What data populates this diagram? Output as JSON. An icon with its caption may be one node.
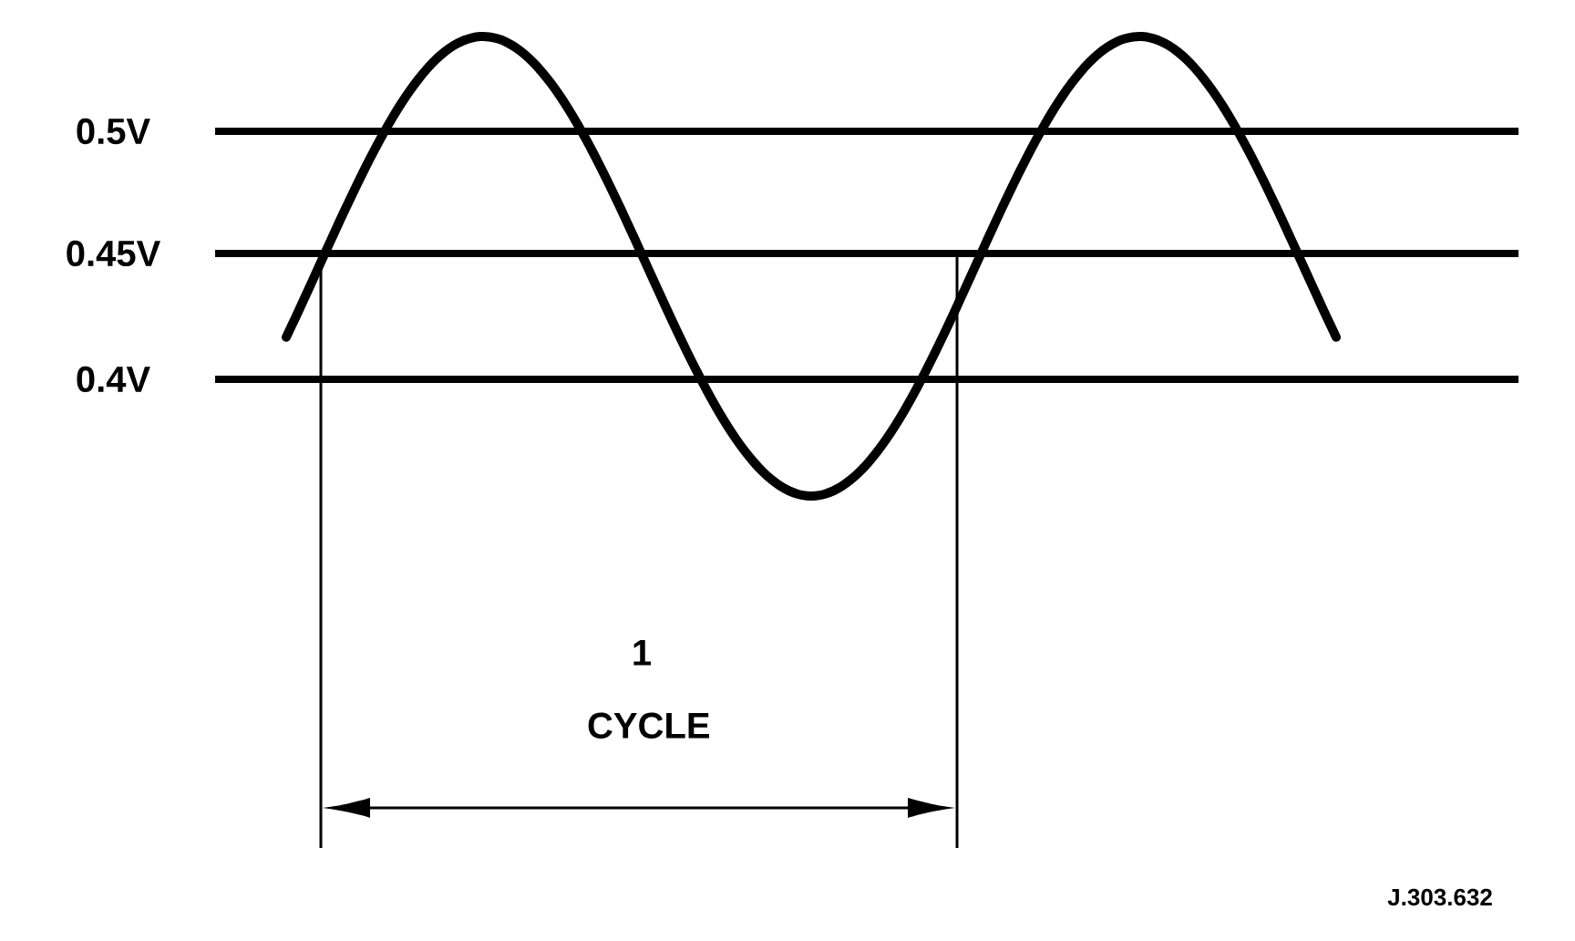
{
  "diagram": {
    "labels": [
      "0.5V",
      "0.45V",
      "0.4V",
      "1 CYCLE",
      "J.303.632"
    ]
  }
}
